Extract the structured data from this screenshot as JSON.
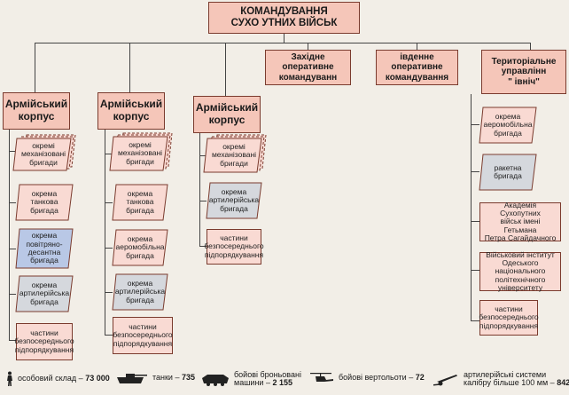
{
  "top": {
    "line1": "КОМАНДУВАННЯ",
    "line2": "СУХО УТНИХ ВІЙСЬК"
  },
  "commands": {
    "west": [
      "Західне",
      "оперативне",
      "командуванн"
    ],
    "south": [
      "івденне",
      "оперативне",
      "командування"
    ],
    "territorial": [
      "Територіальне",
      "управлінн",
      "\" івнiч\""
    ]
  },
  "corps_label": [
    "Армійський",
    "корпус"
  ],
  "corps1": [
    [
      "окремі",
      "механізовані",
      "бригади"
    ],
    [
      "окрема",
      "танкова",
      "бригада"
    ],
    [
      "окрема",
      "повітряно-",
      "десантна",
      "бригада"
    ],
    [
      "окрема",
      "артилерійська",
      "бригада"
    ],
    [
      "частини",
      "безпосереднього",
      "підпорядкування"
    ]
  ],
  "corps2": [
    [
      "окремі",
      "механізовані",
      "бригади"
    ],
    [
      "окрема",
      "танкова",
      "бригада"
    ],
    [
      "окрема",
      "аеромобільна",
      "бригада"
    ],
    [
      "окрема",
      "артилерійська",
      "бригада"
    ],
    [
      "частини",
      "безпосереднього",
      "підпорядкування"
    ]
  ],
  "corps3": [
    [
      "окремі",
      "механізовані",
      "бригади"
    ],
    [
      "окрема",
      "артилерійська",
      "бригада"
    ],
    [
      "частини",
      "безпосереднього",
      "підпорядкування"
    ]
  ],
  "north": [
    [
      "окрема",
      "аеромобільна",
      "бригада"
    ],
    [
      "ракетна",
      "бригада"
    ],
    [
      "Академія Сухопутних",
      "військ імені Гетьмана",
      "Петра Сагайдачного"
    ],
    [
      "Військовий інститут",
      "Одеського національного",
      "політехнічного",
      "університету"
    ],
    [
      "частини",
      "безпосереднього",
      "підпорядкування"
    ]
  ],
  "legend": {
    "personnel": {
      "label": "особовий склад –",
      "value": "73 000"
    },
    "tanks": {
      "label": "танки –",
      "value": "735"
    },
    "apc": {
      "label1": "бойові броньовані",
      "label2": "машини –",
      "value": "2 155"
    },
    "helis": {
      "label": "бойові вертольоти –",
      "value": "72"
    },
    "arty": {
      "label1": "артилерійські системи",
      "label2": "калібру більше 100 мм –",
      "value": "842"
    }
  },
  "colors": {
    "pink": "#f9dad3",
    "header": "#f5c6b9",
    "gray": "#d5d8dd",
    "blue": "#b9c8e6",
    "border": "#7a3b2e"
  }
}
